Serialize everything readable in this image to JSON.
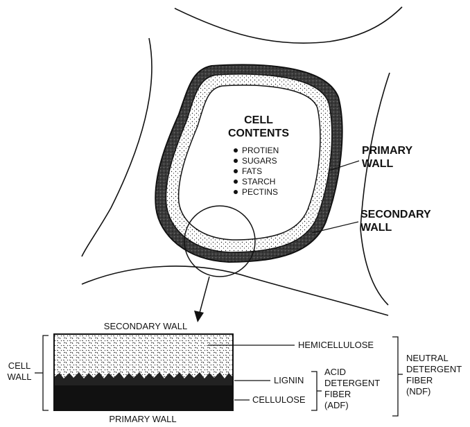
{
  "cell_contents": {
    "title_line1": "CELL",
    "title_line2": "CONTENTS",
    "items": [
      "PROTIEN",
      "SUGARS",
      "FATS",
      "STARCH",
      "PECTINS"
    ]
  },
  "walls": {
    "primary_line1": "PRIMARY",
    "primary_line2": "WALL",
    "secondary_line1": "SECONDARY",
    "secondary_line2": "WALL"
  },
  "detail": {
    "top_label": "SECONDARY WALL",
    "bottom_label": "PRIMARY WALL",
    "cell_wall_line1": "CELL",
    "cell_wall_line2": "WALL",
    "hemicellulose": "HEMICELLULOSE",
    "lignin": "LIGNIN",
    "cellulose": "CELLULOSE",
    "adf": [
      "ACID",
      "DETERGENT",
      "FIBER",
      "(ADF)"
    ],
    "ndf": [
      "NEUTRAL",
      "DETERGENT",
      "FIBER",
      "(NDF)"
    ]
  }
}
